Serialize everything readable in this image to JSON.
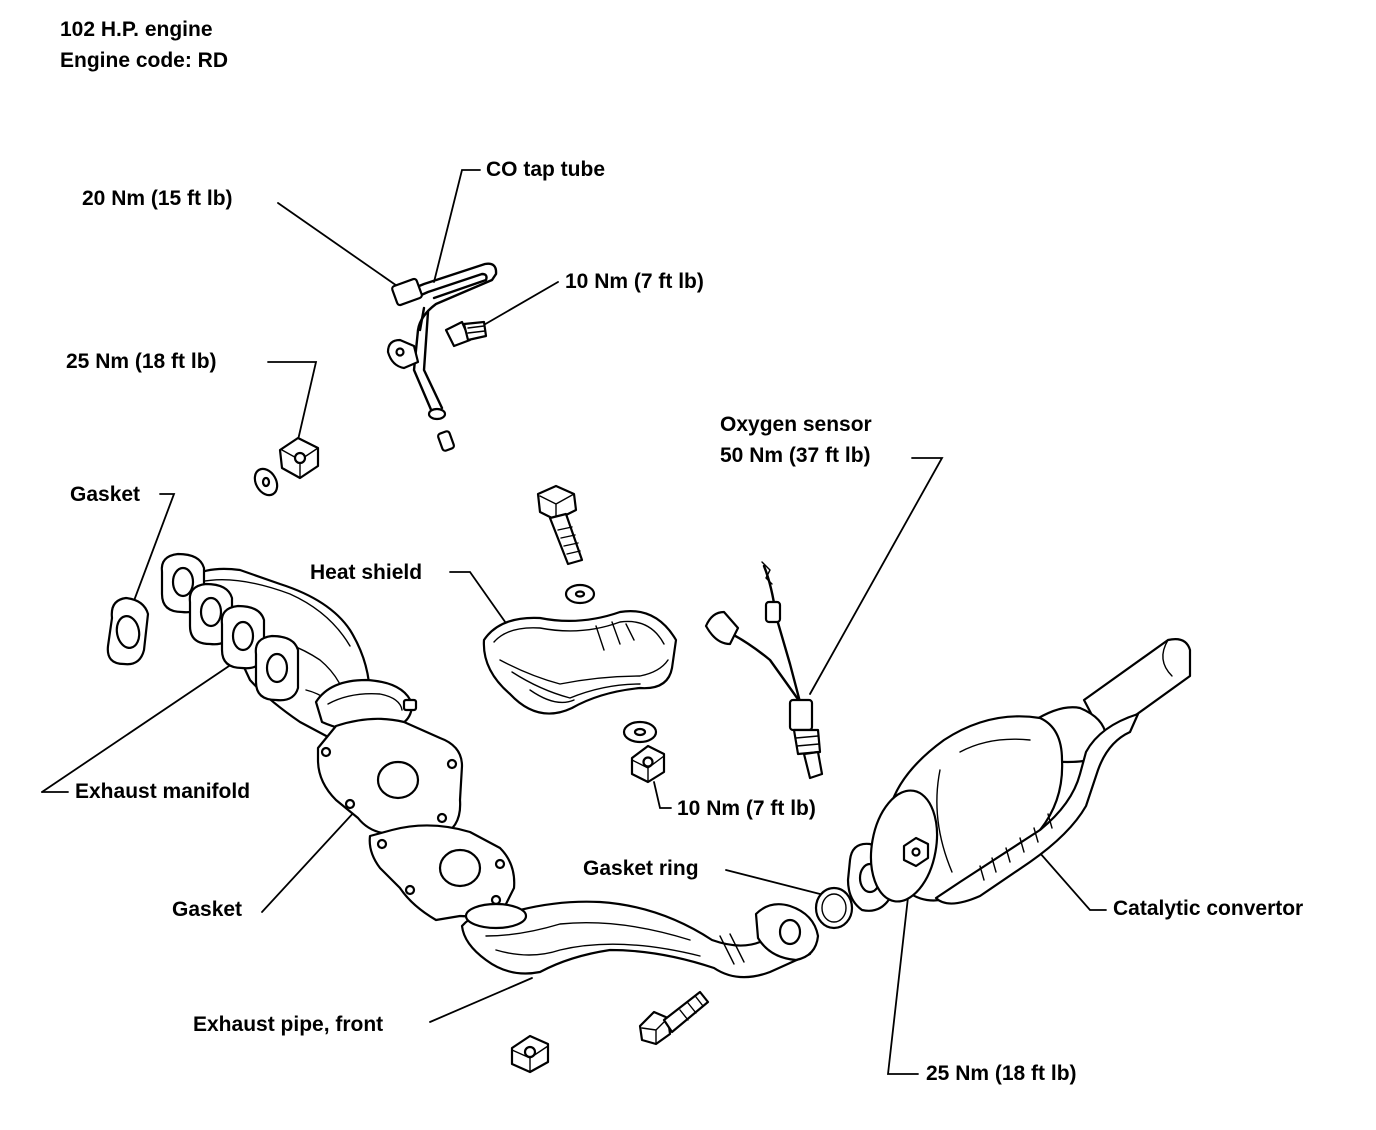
{
  "header": {
    "line1": "102 H.P. engine",
    "line2": "Engine code: RD"
  },
  "labels": {
    "co_tap_tube": "CO tap tube",
    "torque_20nm": "20 Nm (15 ft lb)",
    "torque_10nm_top": "10 Nm (7 ft lb)",
    "torque_25nm_left": "25 Nm (18 ft lb)",
    "oxygen_sensor": "Oxygen sensor",
    "torque_50nm": "50 Nm (37 ft lb)",
    "gasket_top": "Gasket",
    "heat_shield": "Heat shield",
    "exhaust_manifold": "Exhaust manifold",
    "torque_10nm_mid": "10 Nm (7 ft lb)",
    "gasket_ring": "Gasket ring",
    "catalytic_convertor": "Catalytic convertor",
    "gasket_bottom": "Gasket",
    "exhaust_pipe_front": "Exhaust pipe, front",
    "torque_25nm_bottom": "25 Nm (18 ft lb)"
  }
}
